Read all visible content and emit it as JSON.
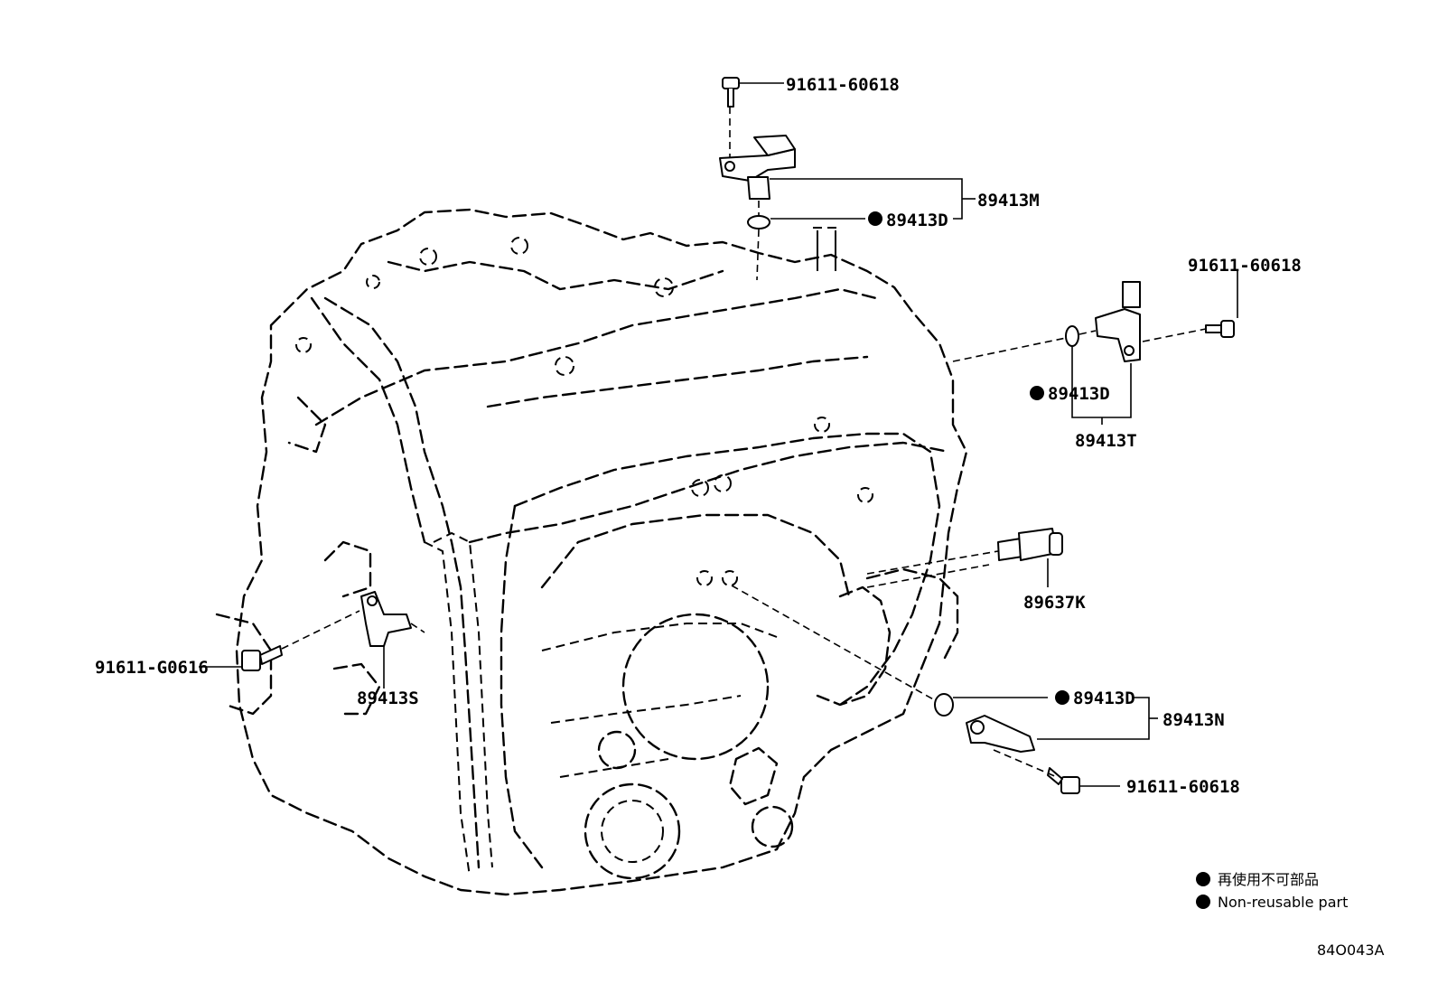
{
  "labels": {
    "bolt_top": "91611-60618",
    "sensor_m": "89413M",
    "oring_top": "89413D",
    "bolt_right": "91611-60618",
    "oring_right": "89413D",
    "sensor_t": "89413T",
    "switch_k": "89637K",
    "bolt_left": "91611-G0616",
    "sensor_s": "89413S",
    "oring_bottom": "89413D",
    "sensor_n": "89413N",
    "bolt_bottom": "91611-60618"
  },
  "legend": {
    "japanese": "再使用不可部品",
    "english": "Non-reusable part"
  },
  "drawing_code": "84O043A"
}
